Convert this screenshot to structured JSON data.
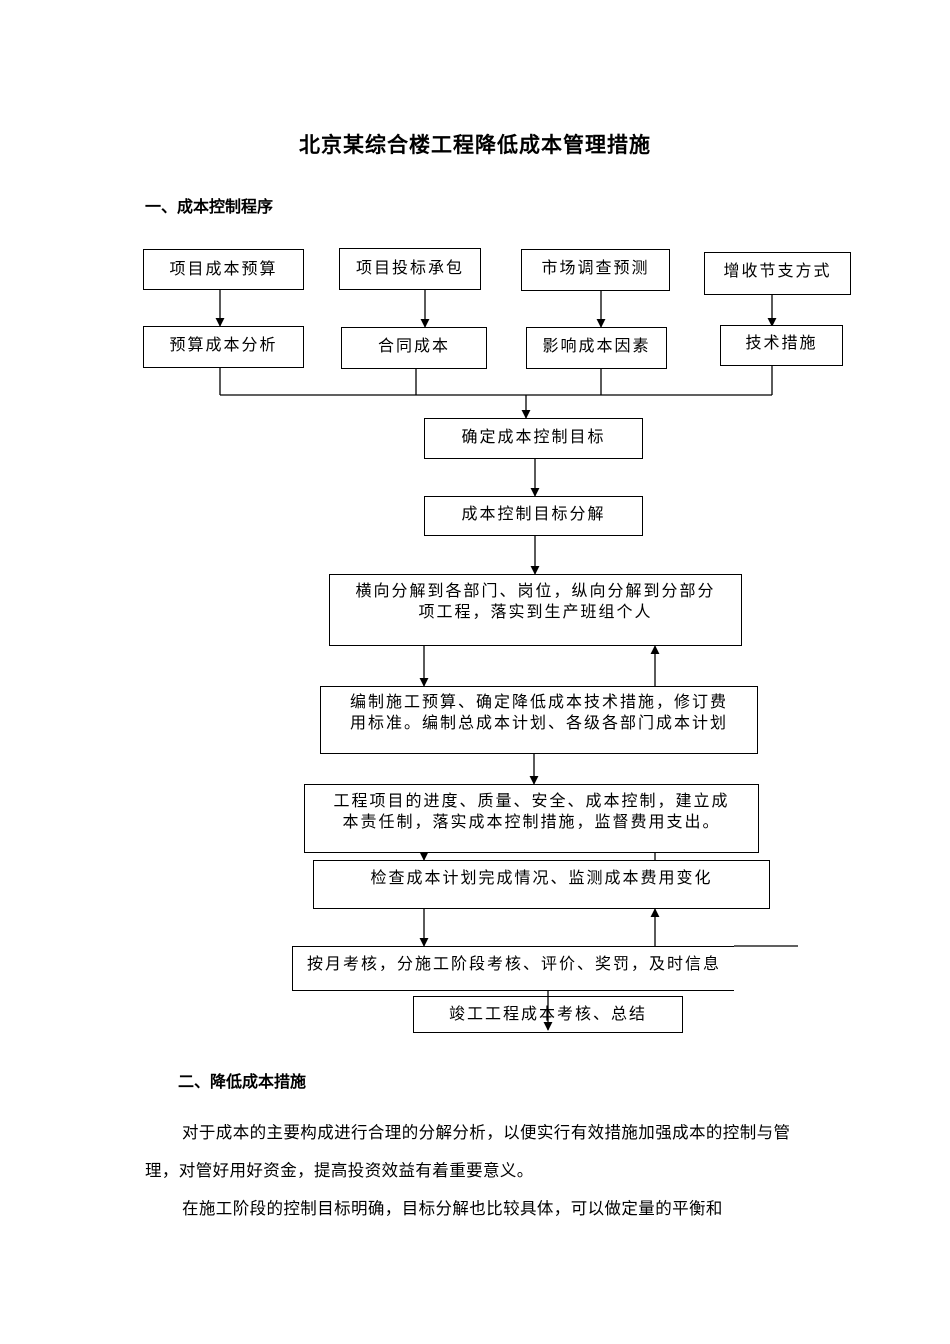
{
  "title": "北京某综合楼工程降低成本管理措施",
  "section1": {
    "heading": "一、成本控制程序"
  },
  "flowchart": {
    "top_row": [
      "项目成本预算",
      "项目投标承包",
      "市场调查预测",
      "增收节支方式"
    ],
    "second_row": [
      "预算成本分析",
      "合同成本",
      "影响成本因素",
      "技术措施"
    ],
    "steps": [
      "确定成本控制目标",
      "成本控制目标分解",
      "横向分解到各部门、岗位，纵向分解到分部分\n项工程，落实到生产班组个人",
      "编制施工预算、确定降低成本技术措施，修订费\n用标准。编制总成本计划、各级各部门成本计划",
      "工程项目的进度、质量、安全、成本控制，建立成\n本责任制，落实成本控制措施，监督费用支出。",
      "检查成本计划完成情况、监测成本费用变化",
      "按月考核，分施工阶段考核、评价、奖罚，及时信息",
      "竣工工程成本考核、总结"
    ]
  },
  "section2": {
    "heading": "二、降低成本措施",
    "paragraphs": [
      "对于成本的主要构成进行合理的分解分析，以便实行有效措施加强成本的控制与管理，对管好用好资金，提高投资效益有着重要意义。",
      "在施工阶段的控制目标明确，目标分解也比较具体，可以做定量的平衡和"
    ]
  }
}
